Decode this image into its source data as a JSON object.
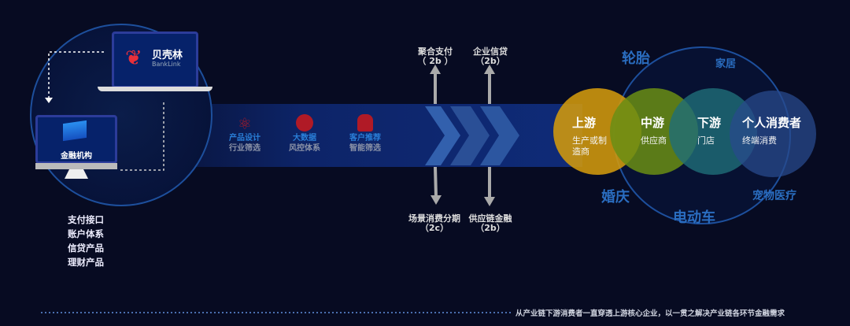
{
  "logo": {
    "name": "贝壳林",
    "sub": "BankLink"
  },
  "institution": "金融机构",
  "services": [
    "支付接口",
    "账户体系",
    "信贷产品",
    "理财产品"
  ],
  "features": [
    {
      "icon": "atom-icon",
      "title": "产品设计",
      "sub": "行业筛选"
    },
    {
      "icon": "pie-chart-icon",
      "title": "大数据",
      "sub": "风控体系"
    },
    {
      "icon": "android-icon",
      "title": "客户推荐",
      "sub": "智能筛选"
    }
  ],
  "arrows": {
    "up": [
      {
        "label": "聚合支付",
        "code": "（ 2b ）"
      },
      {
        "label": "企业信贷",
        "code": "（2b）"
      }
    ],
    "down": [
      {
        "label": "场景消费分期",
        "code": "（2c）"
      },
      {
        "label": "供应链金融",
        "code": "（2b）"
      }
    ]
  },
  "chain": [
    {
      "title": "上游",
      "sub": "生产或制造商",
      "color": "#d39a0c"
    },
    {
      "title": "中游",
      "sub": "供应商",
      "color": "#6a8e14"
    },
    {
      "title": "下游",
      "sub": "门店",
      "color": "#1f6b7a"
    },
    {
      "title": "个人消费者",
      "sub": "终端消费",
      "color": "#284a8c"
    }
  ],
  "categories": [
    "轮胎",
    "家居",
    "婚庆",
    "电动车",
    "宠物医疗"
  ],
  "caption": "从产业链下游消费者一直穿透上游核心企业，以一贯之解决产业链各环节金融需求"
}
